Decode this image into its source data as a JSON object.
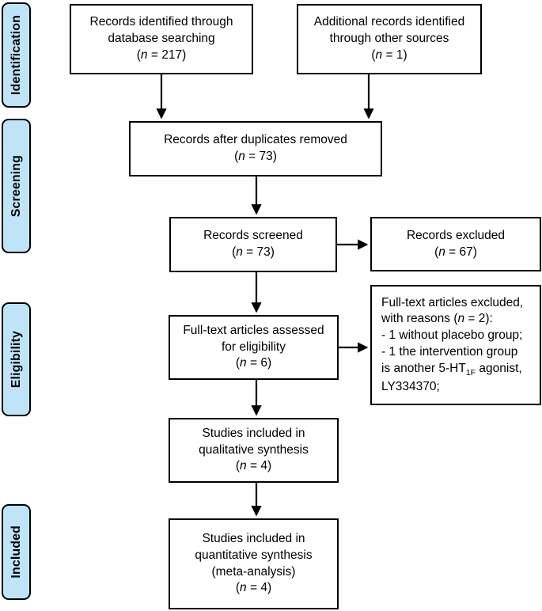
{
  "diagram": {
    "title": "PRISMA flow diagram",
    "accent_color": "#bfe3f7",
    "border_color": "#000000",
    "background_color": "#ffffff"
  },
  "phases": [
    {
      "id": "identification",
      "label": "Identification"
    },
    {
      "id": "screening",
      "label": "Screening"
    },
    {
      "id": "eligibility",
      "label": "Eligibility"
    },
    {
      "id": "included",
      "label": "Included"
    }
  ],
  "boxes": {
    "db_search": {
      "line1": "Records identified through",
      "line2": "database searching",
      "n_prefix": "(",
      "n_italic": "n",
      "n_value": " = 217)"
    },
    "other_sources": {
      "line1": "Additional records identified",
      "line2": "through other sources",
      "n_prefix": "(",
      "n_italic": "n",
      "n_value": " = 1)"
    },
    "dupes_removed": {
      "line1": "Records after duplicates removed",
      "n_prefix": "(",
      "n_italic": "n",
      "n_value": " = 73)"
    },
    "screened": {
      "line1": "Records screened",
      "n_prefix": "(",
      "n_italic": "n",
      "n_value": " = 73)"
    },
    "excluded": {
      "line1": "Records excluded",
      "n_prefix": "(",
      "n_italic": "n",
      "n_value": " = 67)"
    },
    "fulltext_assessed": {
      "line1": "Full-text articles assessed",
      "line2": "for eligibility",
      "n_prefix": "(",
      "n_italic": "n",
      "n_value": " = 6)"
    },
    "fulltext_excluded": {
      "line1": "Full-text articles excluded,",
      "line2_a": "with reasons (",
      "line2_italic": "n",
      "line2_b": " = 2):",
      "line3": "- 1 without placebo group;",
      "line4": "- 1 the intervention group",
      "line5_a": "is another 5-HT",
      "line5_sub": "1F",
      "line5_b": " agonist,",
      "line6": "LY334370;"
    },
    "qualitative": {
      "line1": "Studies included in",
      "line2": "qualitative synthesis",
      "n_prefix": "(",
      "n_italic": "n",
      "n_value": " = 4)"
    },
    "quantitative": {
      "line1": "Studies included in",
      "line2": "quantitative synthesis",
      "line3": "(meta-analysis)",
      "n_prefix": "(",
      "n_italic": "n",
      "n_value": " = 4)"
    }
  },
  "chart_data": {
    "type": "diagram",
    "title": "PRISMA flow diagram",
    "nodes": [
      {
        "id": "db_search",
        "label": "Records identified through database searching",
        "n": 217,
        "phase": "Identification"
      },
      {
        "id": "other_sources",
        "label": "Additional records identified through other sources",
        "n": 1,
        "phase": "Identification"
      },
      {
        "id": "dupes_removed",
        "label": "Records after duplicates removed",
        "n": 73,
        "phase": "Screening"
      },
      {
        "id": "screened",
        "label": "Records screened",
        "n": 73,
        "phase": "Screening"
      },
      {
        "id": "excluded",
        "label": "Records excluded",
        "n": 67,
        "phase": "Screening"
      },
      {
        "id": "fulltext_assessed",
        "label": "Full-text articles assessed for eligibility",
        "n": 6,
        "phase": "Eligibility"
      },
      {
        "id": "fulltext_excluded",
        "label": "Full-text articles excluded, with reasons",
        "n": 2,
        "phase": "Eligibility"
      },
      {
        "id": "qualitative",
        "label": "Studies included in qualitative synthesis",
        "n": 4,
        "phase": "Eligibility"
      },
      {
        "id": "quantitative",
        "label": "Studies included in quantitative synthesis (meta-analysis)",
        "n": 4,
        "phase": "Included"
      }
    ],
    "edges": [
      {
        "from": "db_search",
        "to": "dupes_removed"
      },
      {
        "from": "other_sources",
        "to": "dupes_removed"
      },
      {
        "from": "dupes_removed",
        "to": "screened"
      },
      {
        "from": "screened",
        "to": "excluded"
      },
      {
        "from": "screened",
        "to": "fulltext_assessed"
      },
      {
        "from": "fulltext_assessed",
        "to": "fulltext_excluded"
      },
      {
        "from": "fulltext_assessed",
        "to": "qualitative"
      },
      {
        "from": "qualitative",
        "to": "quantitative"
      }
    ]
  }
}
